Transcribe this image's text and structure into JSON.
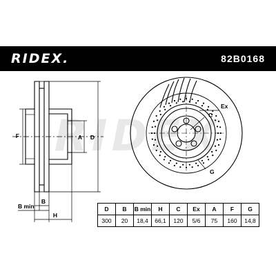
{
  "header": {
    "brand": "RIDEX.",
    "part_number": "82B0168"
  },
  "labels": {
    "watermark": "RIDEX",
    "dim_f": "F",
    "dim_a": "A",
    "dim_d": "D",
    "dim_b": "B",
    "dim_b_min": "B min",
    "dim_h": "H",
    "dim_c": "C",
    "dim_ex": "Ex",
    "dim_g": "G"
  },
  "specs": {
    "headers": [
      "D",
      "B",
      "B min",
      "H",
      "C",
      "Ex",
      "A",
      "F",
      "G"
    ],
    "values": [
      "300",
      "20",
      "18,4",
      "66,1",
      "120",
      "5/6",
      "75",
      "160",
      "14,8"
    ]
  },
  "colors": {
    "header_bg": "#000000",
    "header_text": "#ffffff",
    "line": "#000000",
    "watermark": "#e6e6e6"
  }
}
